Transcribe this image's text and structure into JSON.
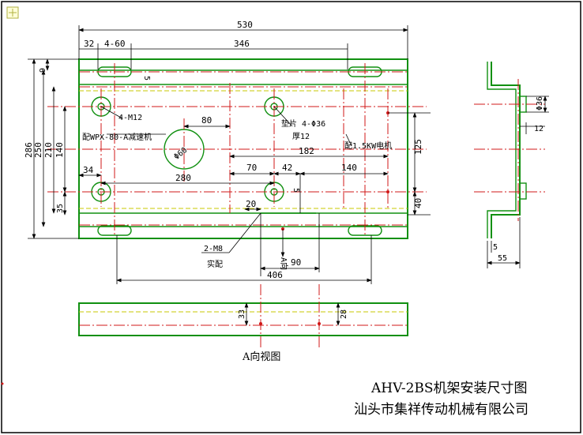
{
  "dims": {
    "overall_width": "530",
    "slot_offset": "32",
    "slot_length": "4-60",
    "slot_spacing": "346",
    "slot_width": "5",
    "top_strip": "9",
    "overall_height_286": "286",
    "height_250": "250",
    "height_210": "210",
    "height_140": "140",
    "height_35": "35",
    "gear_offset_80": "80",
    "gear_dia": "Φ60",
    "dist_182": "182",
    "height_125": "125",
    "height_40": "40",
    "hole_34": "34",
    "dist_280": "280",
    "dist_70": "70",
    "dist_42": "42",
    "dist_140": "140",
    "dist_20": "20",
    "small_5": "5",
    "small_90": "90",
    "dist_406": "406",
    "side_dia36": "Φ36",
    "side_12": "12",
    "side_5": "5",
    "side_55": "55",
    "bottom_33": "33",
    "bottom_28": "28"
  },
  "notes": {
    "holes_m12": "4-M12",
    "reducer": "配WPX-80-A减速机",
    "washer": "垫片 4-Φ36",
    "thickness": "厚12",
    "motor": "配1.5KW电机",
    "m8_holes": "2-M8",
    "m8_note": "实配",
    "a_direction": "A向"
  },
  "view_label": "A向视图",
  "title": "AHV-2BS机架安装尺寸图",
  "company": "汕头市集祥传动机械有限公司",
  "colors": {
    "outline": "#109010",
    "centerline": "#d01818",
    "hidden": "#c8c800",
    "border": "#000000"
  }
}
